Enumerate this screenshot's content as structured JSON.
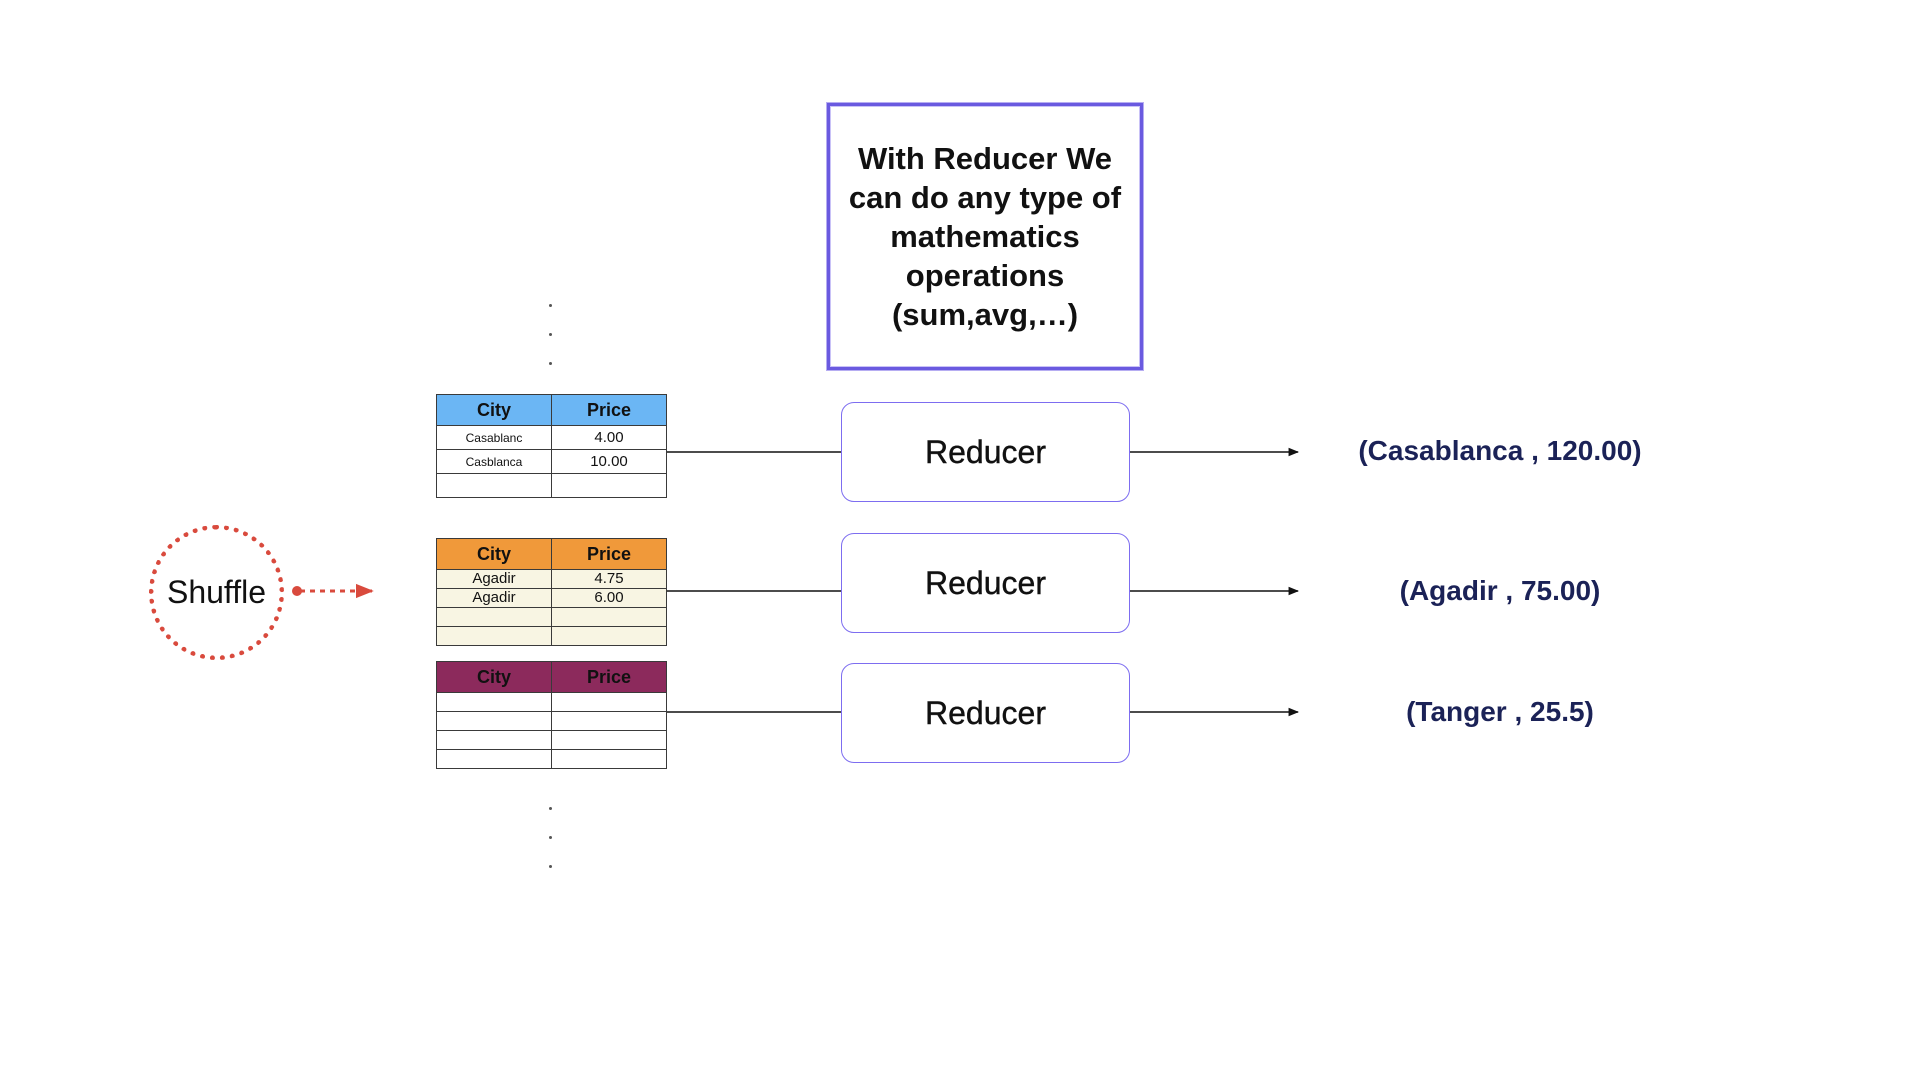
{
  "callout": {
    "text": "With Reducer We can do any type of mathematics operations (sum,avg,…)"
  },
  "shuffle": {
    "label": "Shuffle"
  },
  "tables": [
    {
      "headers": [
        "City",
        "Price"
      ],
      "header_color": "#6bb6f4",
      "rows": [
        [
          "Casablanc",
          "4.00"
        ],
        [
          "Casblanca",
          "10.00"
        ],
        [
          "",
          ""
        ]
      ]
    },
    {
      "headers": [
        "City",
        "Price"
      ],
      "header_color": "#f0993a",
      "rows": [
        [
          "Agadir",
          "4.75"
        ],
        [
          "Agadir",
          "6.00"
        ],
        [
          "",
          ""
        ],
        [
          "",
          ""
        ]
      ]
    },
    {
      "headers": [
        "City",
        "Price"
      ],
      "header_color": "#8c2a5c",
      "rows": [
        [
          "",
          ""
        ],
        [
          "",
          ""
        ],
        [
          "",
          ""
        ],
        [
          "",
          ""
        ]
      ]
    }
  ],
  "reducers": [
    {
      "label": "Reducer"
    },
    {
      "label": "Reducer"
    },
    {
      "label": "Reducer"
    }
  ],
  "results": [
    {
      "text": "(Casablanca , 120.00)"
    },
    {
      "text": "(Agadir , 75.00)"
    },
    {
      "text": "(Tanger , 25.5)"
    }
  ],
  "colors": {
    "callout_border": "#6a5ae0",
    "reducer_border": "#7d6df0",
    "shuffle_red": "#d94a3d",
    "result_text": "#1b2257"
  }
}
